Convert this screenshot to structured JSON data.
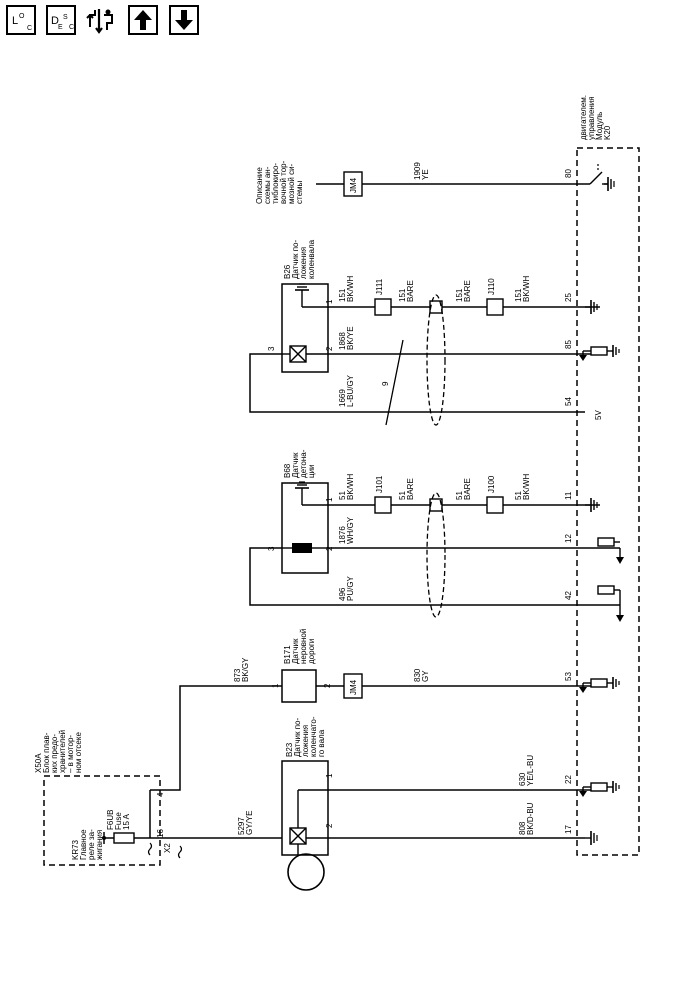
{
  "toolbar": {
    "loc_main": "L",
    "loc_sub1": "O",
    "loc_sub2": "C",
    "desc_main": "D",
    "desc_sub1": "E",
    "desc_sub2": "S",
    "desc_sub3": "C"
  },
  "labels": {
    "x50a": [
      "X50A",
      "Блок плав-",
      "ких предо-",
      "хранителей",
      "– в мотор-",
      "ном отсеке"
    ],
    "kr73": [
      "KR73",
      "Главное",
      "реле за-",
      "жигания"
    ],
    "f6ub": [
      "F6UB",
      "Fuse",
      "15 A"
    ],
    "x50a_pin4": "4",
    "x50a_pin16": "16",
    "x2": "X2",
    "b23": [
      "B23",
      "Датчик по-",
      "ложения",
      "коленчато-",
      "го вала"
    ],
    "b23_pin1": "1",
    "b23_pin2": "2",
    "w5297": [
      "5297",
      "GY/YE"
    ],
    "w630": [
      "630",
      "YE/L-BU"
    ],
    "w808": [
      "808",
      "BK/D-BU"
    ],
    "k20_pin22": "22",
    "k20_pin17": "17",
    "w873": [
      "873",
      "BK/GY"
    ],
    "b171": [
      "B171",
      "Датчик",
      "неровной",
      "дороги"
    ],
    "b171_pin1": "1",
    "b171_pin2": "2",
    "jm4_b171": "JM4",
    "w830": [
      "830",
      "GY"
    ],
    "k20_pin53": "53",
    "b68": [
      "B68",
      "Датчик",
      "детона-",
      "ции"
    ],
    "b68_pin1": "1",
    "b68_pin2": "2",
    "b68_pin3": "3",
    "w51a": [
      "51",
      "BK/WH"
    ],
    "j101": "J101",
    "w51b": [
      "51",
      "BARE"
    ],
    "w51c": [
      "51",
      "BARE"
    ],
    "j100": "J100",
    "w51d": [
      "51",
      "BK/WH"
    ],
    "k20_pin11": "11",
    "w1876": [
      "1876",
      "WH/GY"
    ],
    "k20_pin12": "12",
    "w496": [
      "496",
      "PU/GY"
    ],
    "k20_pin42": "42",
    "b26": [
      "B26",
      "Датчик по-",
      "ложения",
      "коленвала"
    ],
    "b26_pin1": "1",
    "b26_pin2": "2",
    "b26_pin3": "3",
    "w151a": [
      "151",
      "BK/WH"
    ],
    "j111": "J111",
    "w151b": [
      "151",
      "BARE"
    ],
    "w151c": [
      "151",
      "BARE"
    ],
    "j110": "J110",
    "w151d": [
      "151",
      "BK/WH"
    ],
    "k20_pin25": "25",
    "w1868": [
      "1868",
      "BK/YE"
    ],
    "k20_pin85": "85",
    "w1669": [
      "1669",
      "L-BU/GY"
    ],
    "k20_pin54": "54",
    "k20_5v": "5V",
    "twist_9": "9",
    "abs_desc": [
      "Описание",
      "схемы ан-",
      "тиблокиро-",
      "вочной тор-",
      "мозной си-",
      "стемы"
    ],
    "jm4_abs": "JM4",
    "w1909": [
      "1909",
      "YE"
    ],
    "k20_pin80": "80",
    "k20": [
      "K20",
      "Модуль",
      "управления",
      "двигателем."
    ]
  }
}
